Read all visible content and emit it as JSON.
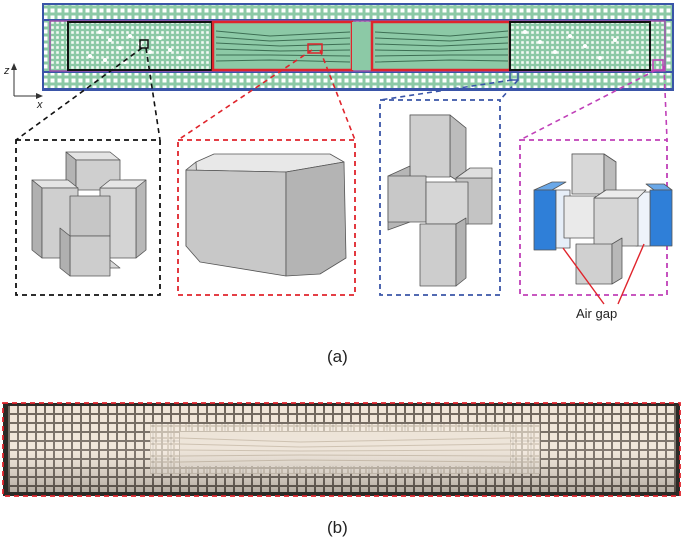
{
  "labels": {
    "axis_z": "z",
    "axis_x": "x",
    "air_gap": "Air gap",
    "panel_a": "(a)",
    "panel_b": "(b)"
  },
  "colors": {
    "lattice_fill": "#8cc9a6",
    "lattice_hole": "#ffffff",
    "outer_frame": "#3a55a8",
    "inner_frame": "#9b50a8",
    "black_region": "#111111",
    "red_region": "#e0242c",
    "purple_region": "#c040b8",
    "cube_gray": "#c8c8c8",
    "air_gap_blue": "#2f7fd8",
    "photo_bg": "#2b2a26",
    "photo_lattice": "#efe4d6"
  },
  "icons": [
    "cross-unit-cell-icon",
    "truncated-prism-unit-cell-icon",
    "cross-column-unit-cell-icon",
    "air-gap-unit-cell-icon"
  ]
}
